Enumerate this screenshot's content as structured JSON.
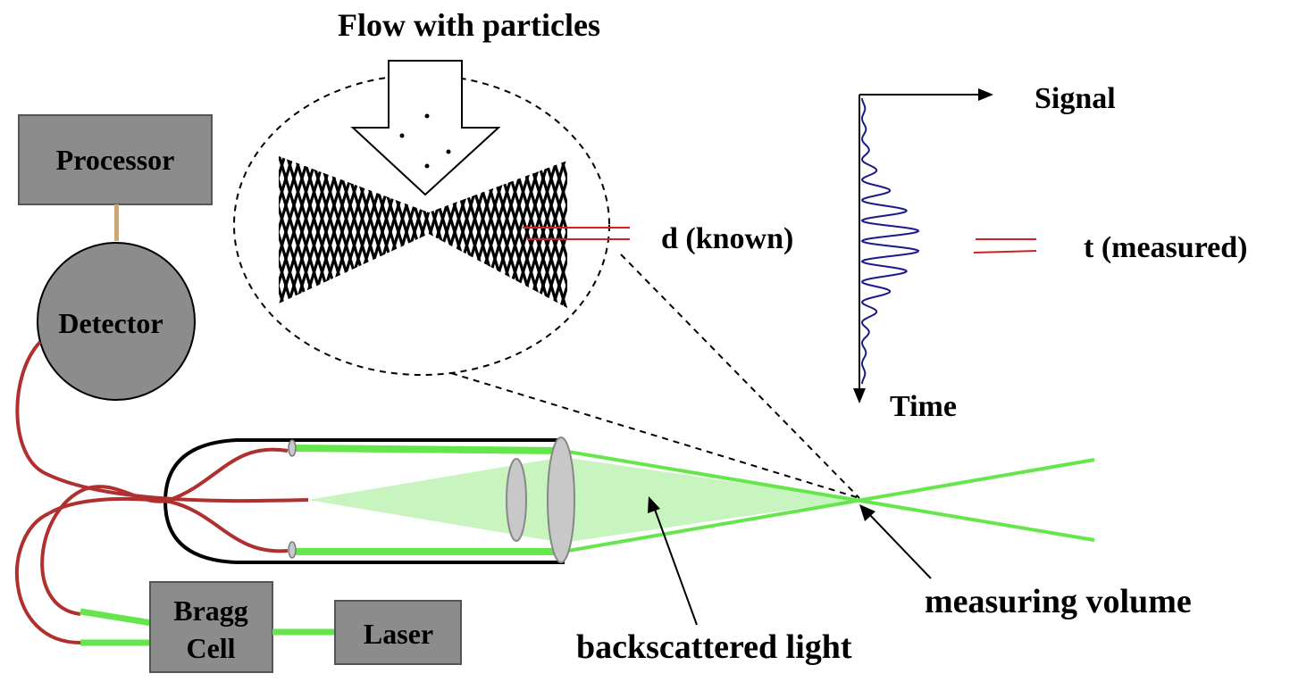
{
  "labels": {
    "flow": "Flow with particles",
    "processor": "Processor",
    "detector": "Detector",
    "bragg_line1": "Bragg",
    "bragg_line2": "Cell",
    "laser": "Laser",
    "d_known": "d (known)",
    "t_measured": "t (measured)",
    "signal": "Signal",
    "time": "Time",
    "measuring_volume": "measuring volume",
    "backscattered_light": "backscattered light"
  },
  "colors": {
    "box_fill": "#8c8c8c",
    "fiber": "#b03030",
    "beam": "#66e64d",
    "light_cone": "#c8f5bf",
    "signal_wave": "#1a1a8c",
    "lens_fill": "#c8c8c8",
    "connector": "#c8a878",
    "red_marker": "#d42020"
  }
}
